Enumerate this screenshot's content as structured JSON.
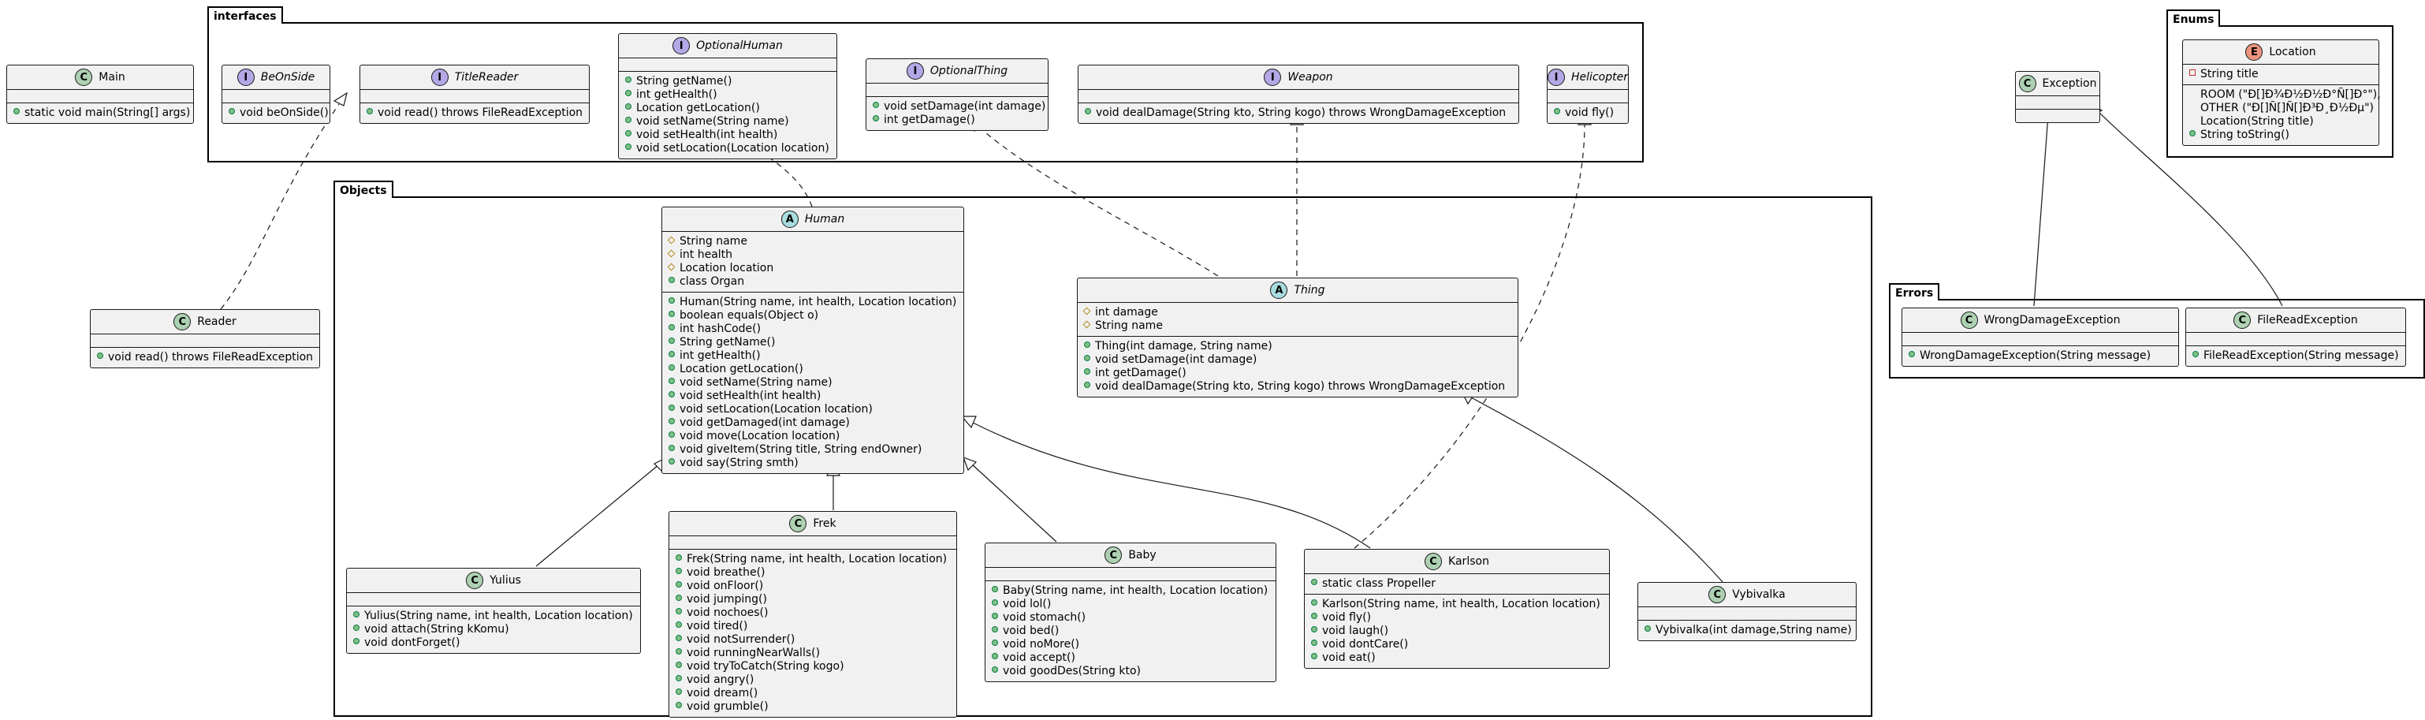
{
  "packages": {
    "interfaces": "interfaces",
    "objects": "Objects",
    "enums": "Enums",
    "errors": "Errors"
  },
  "classes": {
    "main": {
      "name": "Main",
      "kind": "C",
      "fields": [],
      "methods": [
        {
          "v": "pub",
          "t": "static void main(String[] args)"
        }
      ]
    },
    "beonside": {
      "name": "BeOnSide",
      "kind": "I",
      "fields": [],
      "methods": [
        {
          "v": "pub",
          "t": "void beOnSide()"
        }
      ]
    },
    "titlereader": {
      "name": "TitleReader",
      "kind": "I",
      "fields": [],
      "methods": [
        {
          "v": "pub",
          "t": "void read() throws FileReadException"
        }
      ]
    },
    "optionalhuman": {
      "name": "OptionalHuman",
      "kind": "I",
      "fields": [],
      "methods": [
        {
          "v": "pub",
          "t": "String getName()"
        },
        {
          "v": "pub",
          "t": "int getHealth()"
        },
        {
          "v": "pub",
          "t": "Location getLocation()"
        },
        {
          "v": "pub",
          "t": "void setName(String name)"
        },
        {
          "v": "pub",
          "t": "void setHealth(int health)"
        },
        {
          "v": "pub",
          "t": "void setLocation(Location location)"
        }
      ]
    },
    "optionalthing": {
      "name": "OptionalThing",
      "kind": "I",
      "fields": [],
      "methods": [
        {
          "v": "pub",
          "t": "void setDamage(int damage)"
        },
        {
          "v": "pub",
          "t": "int getDamage()"
        }
      ]
    },
    "weapon": {
      "name": "Weapon",
      "kind": "I",
      "fields": [],
      "methods": [
        {
          "v": "pub",
          "t": "void dealDamage(String kto, String kogo) throws WrongDamageException"
        }
      ]
    },
    "helicopter": {
      "name": "Helicopter",
      "kind": "I",
      "fields": [],
      "methods": [
        {
          "v": "pub",
          "t": "void fly()"
        }
      ]
    },
    "exception": {
      "name": "Exception",
      "kind": "C",
      "fields": [],
      "methods": []
    },
    "location": {
      "name": "Location",
      "kind": "E",
      "fields": [
        {
          "v": "priv",
          "t": "String title"
        }
      ],
      "methods": [
        {
          "v": "none",
          "t": "ROOM (\"Ð[]Ð¾Ð½Ð½Ð°Ñ[]Ð°\"),"
        },
        {
          "v": "none",
          "t": "OTHER (\"Ð[]Ñ[]Ñ[]Ð³Ð¸Ð½Ðµ\")"
        },
        {
          "v": "none",
          "t": "Location(String title)"
        },
        {
          "v": "pub",
          "t": "String toString()"
        }
      ]
    },
    "reader": {
      "name": "Reader",
      "kind": "C",
      "fields": [],
      "methods": [
        {
          "v": "pub",
          "t": "void read() throws FileReadException"
        }
      ]
    },
    "human": {
      "name": "Human",
      "kind": "A",
      "fields": [
        {
          "v": "prot",
          "t": "String name"
        },
        {
          "v": "prot",
          "t": "int health"
        },
        {
          "v": "prot",
          "t": "Location location"
        },
        {
          "v": "pub",
          "t": "class Organ"
        }
      ],
      "methods": [
        {
          "v": "pub",
          "t": "Human(String name, int health, Location location)"
        },
        {
          "v": "pub",
          "t": "boolean equals(Object o)"
        },
        {
          "v": "pub",
          "t": "int hashCode()"
        },
        {
          "v": "pub",
          "t": "String getName()"
        },
        {
          "v": "pub",
          "t": "int getHealth()"
        },
        {
          "v": "pub",
          "t": "Location getLocation()"
        },
        {
          "v": "pub",
          "t": "void setName(String name)"
        },
        {
          "v": "pub",
          "t": "void setHealth(int health)"
        },
        {
          "v": "pub",
          "t": "void setLocation(Location location)"
        },
        {
          "v": "pub",
          "t": "void getDamaged(int damage)"
        },
        {
          "v": "pub",
          "t": "void move(Location location)"
        },
        {
          "v": "pub",
          "t": "void giveItem(String title, String endOwner)"
        },
        {
          "v": "pub",
          "t": "void say(String smth)"
        }
      ]
    },
    "thing": {
      "name": "Thing",
      "kind": "A",
      "fields": [
        {
          "v": "prot",
          "t": "int damage"
        },
        {
          "v": "prot",
          "t": "String name"
        }
      ],
      "methods": [
        {
          "v": "pub",
          "t": "Thing(int damage, String name)"
        },
        {
          "v": "pub",
          "t": "void setDamage(int damage)"
        },
        {
          "v": "pub",
          "t": "int getDamage()"
        },
        {
          "v": "pub",
          "t": "void dealDamage(String kto, String kogo) throws WrongDamageException"
        }
      ]
    },
    "yulius": {
      "name": "Yulius",
      "kind": "C",
      "fields": [],
      "methods": [
        {
          "v": "pub",
          "t": "Yulius(String name, int health, Location location)"
        },
        {
          "v": "pub",
          "t": "void attach(String kKomu)"
        },
        {
          "v": "pub",
          "t": "void dontForget()"
        }
      ]
    },
    "frek": {
      "name": "Frek",
      "kind": "C",
      "fields": [],
      "methods": [
        {
          "v": "pub",
          "t": "Frek(String name, int health, Location location)"
        },
        {
          "v": "pub",
          "t": "void breathe()"
        },
        {
          "v": "pub",
          "t": "void onFloor()"
        },
        {
          "v": "pub",
          "t": "void jumping()"
        },
        {
          "v": "pub",
          "t": "void nochoes()"
        },
        {
          "v": "pub",
          "t": "void tired()"
        },
        {
          "v": "pub",
          "t": "void notSurrender()"
        },
        {
          "v": "pub",
          "t": "void runningNearWalls()"
        },
        {
          "v": "pub",
          "t": "void tryToCatch(String kogo)"
        },
        {
          "v": "pub",
          "t": "void angry()"
        },
        {
          "v": "pub",
          "t": "void dream()"
        },
        {
          "v": "pub",
          "t": "void grumble()"
        }
      ]
    },
    "baby": {
      "name": "Baby",
      "kind": "C",
      "fields": [],
      "methods": [
        {
          "v": "pub",
          "t": "Baby(String name, int health, Location location)"
        },
        {
          "v": "pub",
          "t": "void lol()"
        },
        {
          "v": "pub",
          "t": "void stomach()"
        },
        {
          "v": "pub",
          "t": "void bed()"
        },
        {
          "v": "pub",
          "t": "void noMore()"
        },
        {
          "v": "pub",
          "t": "void accept()"
        },
        {
          "v": "pub",
          "t": "void goodDes(String kto)"
        }
      ]
    },
    "karlson": {
      "name": "Karlson",
      "kind": "C",
      "fields": [
        {
          "v": "pub",
          "t": "static class Propeller"
        }
      ],
      "methods": [
        {
          "v": "pub",
          "t": "Karlson(String name, int health, Location location)"
        },
        {
          "v": "pub",
          "t": "void fly()"
        },
        {
          "v": "pub",
          "t": "void laugh()"
        },
        {
          "v": "pub",
          "t": "void dontCare()"
        },
        {
          "v": "pub",
          "t": "void eat()"
        }
      ]
    },
    "vybivalka": {
      "name": "Vybivalka",
      "kind": "C",
      "fields": [],
      "methods": [
        {
          "v": "pub",
          "t": "Vybivalka(int damage,String name)"
        }
      ]
    },
    "wrongdamage": {
      "name": "WrongDamageException",
      "kind": "C",
      "fields": [],
      "methods": [
        {
          "v": "pub",
          "t": "WrongDamageException(String message)"
        }
      ]
    },
    "fileread": {
      "name": "FileReadException",
      "kind": "C",
      "fields": [],
      "methods": [
        {
          "v": "pub",
          "t": "FileReadException(String message)"
        }
      ]
    }
  }
}
